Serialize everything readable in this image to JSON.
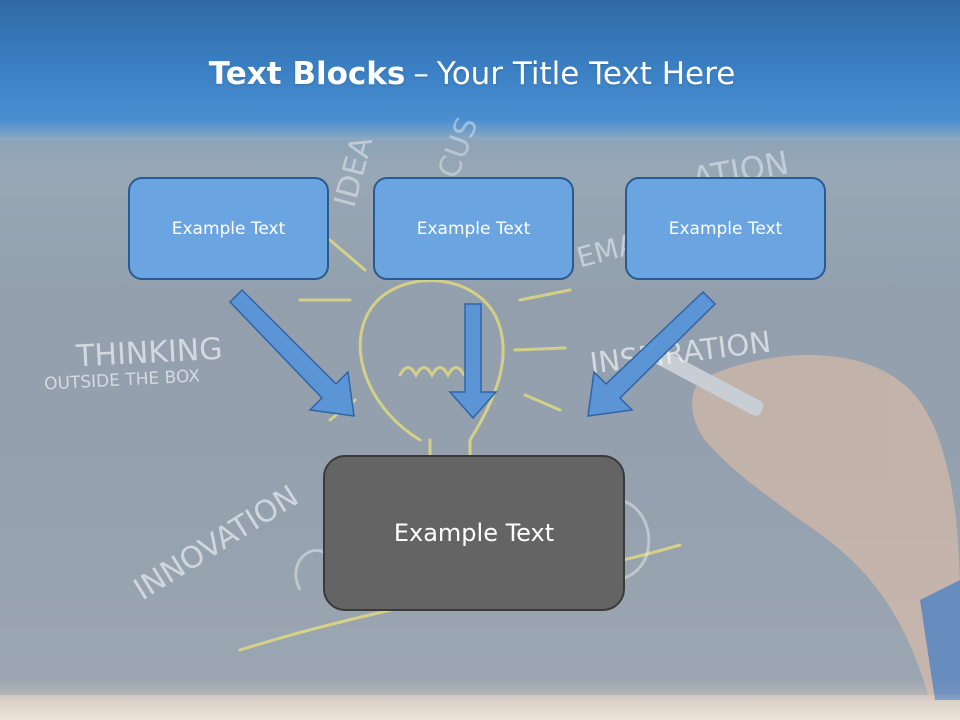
{
  "title": {
    "bold_part": "Text Blocks",
    "separator": "–",
    "rest": "Your Title Text Here"
  },
  "top_blocks": [
    {
      "label": "Example Text"
    },
    {
      "label": "Example Text"
    },
    {
      "label": "Example Text"
    }
  ],
  "main_block": {
    "label": "Example Text"
  },
  "chalk_words": {
    "idea": "IDEA",
    "cus": "CUS",
    "brainstorm": "ATION",
    "ema": "EMA",
    "thinking": "THINKING",
    "outside": "OUTSIDE THE BOX",
    "inspiration": "INSPIRATION",
    "innovation": "INNOVATION"
  },
  "colors": {
    "block_fill": "#6aa5e2",
    "block_border": "#2a5a90",
    "main_fill": "#646464",
    "arrow_fill": "#5b95d6",
    "title_band": "#3b80c4"
  }
}
